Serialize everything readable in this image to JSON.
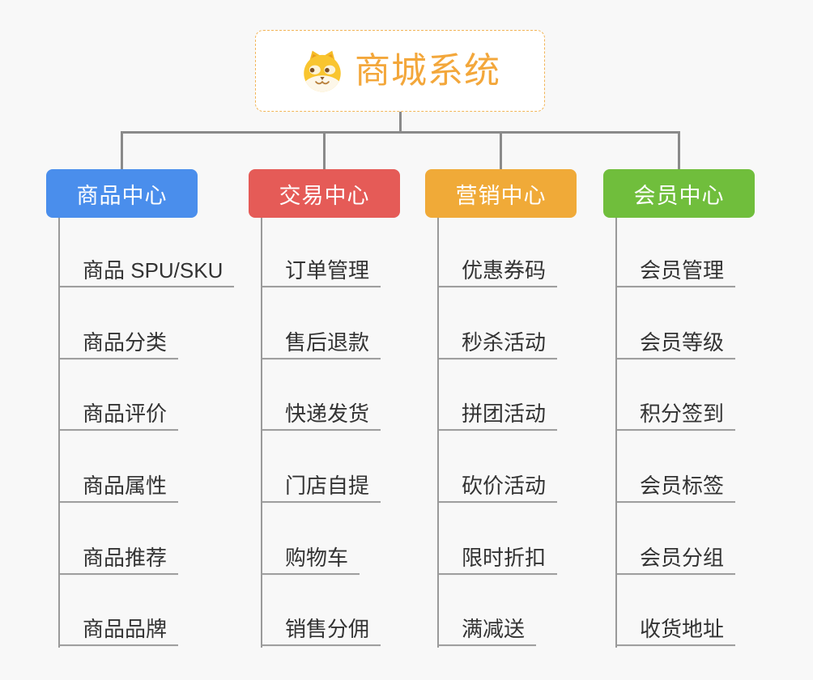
{
  "root": {
    "title": "商城系统",
    "icon": "shiba-dog-icon"
  },
  "colors": {
    "background": "#F8F8F8",
    "root_text": "#F3A73B",
    "root_border": "#F2B558",
    "connector": "#8A8A8A",
    "child_line": "#9A9A9A",
    "child_text": "#333333"
  },
  "branches": [
    {
      "label": "商品中心",
      "color": "#4A8EEC",
      "children": [
        "商品 SPU/SKU",
        "商品分类",
        "商品评价",
        "商品属性",
        "商品推荐",
        "商品品牌"
      ]
    },
    {
      "label": "交易中心",
      "color": "#E55B57",
      "children": [
        "订单管理",
        "售后退款",
        "快递发货",
        "门店自提",
        "购物车",
        "销售分佣"
      ]
    },
    {
      "label": "营销中心",
      "color": "#F0AA38",
      "children": [
        "优惠券码",
        "秒杀活动",
        "拼团活动",
        "砍价活动",
        "限时折扣",
        "满减送"
      ]
    },
    {
      "label": "会员中心",
      "color": "#70BE3C",
      "children": [
        "会员管理",
        "会员等级",
        "积分签到",
        "会员标签",
        "会员分组",
        "收货地址"
      ]
    }
  ]
}
